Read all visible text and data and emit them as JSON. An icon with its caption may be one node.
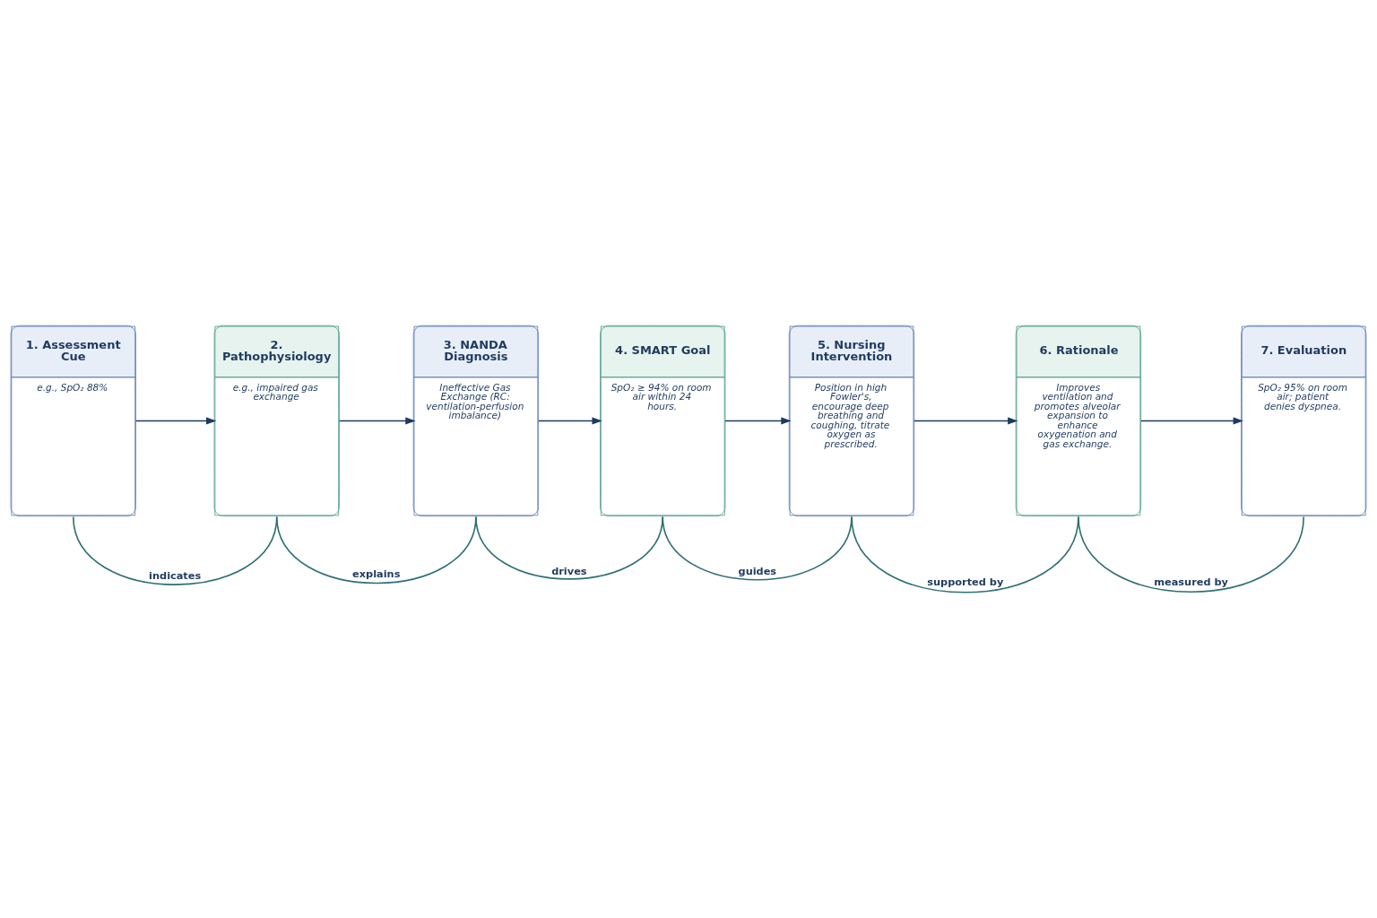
{
  "diagram": {
    "nodes": [
      {
        "text": [
          "1. Assessment Cue",
          "e.g., SpO₂ 88%"
        ]
      },
      {
        "text": [
          "2. Pathophysiology",
          "e.g., impaired gas exchange"
        ]
      },
      {
        "text": [
          "3. NANDA Diagnosis",
          "Ineffective Gas Exchange (RC: ventilation-perfusion imbalance)"
        ]
      },
      {
        "text": [
          "4. SMART Goal",
          "SpO₂ ≥ 94% on room air within 24 hours."
        ]
      },
      {
        "text": [
          "5. Nursing Intervention",
          "Position in high Fowler's, encourage deep breathing and coughing, titrate oxygen as prescribed."
        ]
      },
      {
        "text": [
          "6. Rationale",
          "Improves ventilation and promotes alveolar expansion to enhance oxygenation and gas exchange."
        ]
      },
      {
        "text": [
          "7. Evaluation",
          "SpO₂ 95% on room air; patient denies dyspnea."
        ]
      }
    ],
    "edges": [
      {
        "from": 0,
        "to": 1,
        "arrow": "to"
      },
      {
        "from": 1,
        "to": 2,
        "arrow": "to"
      },
      {
        "from": 2,
        "to": 3,
        "arrow": "to"
      },
      {
        "from": 3,
        "to": 4,
        "arrow": "to"
      },
      {
        "from": 4,
        "to": 5,
        "arrow": "to"
      },
      {
        "from": 5,
        "to": 6,
        "arrow": "to"
      },
      {
        "from": 0,
        "to": 1,
        "arrow": "none",
        "label": "indicates",
        "color": "#2e6f73"
      },
      {
        "from": 1,
        "to": 2,
        "arrow": "none",
        "label": "explains",
        "color": "#2e6f73"
      },
      {
        "from": 2,
        "to": 3,
        "arrow": "none",
        "label": "drives",
        "color": "#2e6f73"
      },
      {
        "from": 3,
        "to": 4,
        "arrow": "none",
        "label": "guides",
        "color": "#2e6f73"
      },
      {
        "from": 4,
        "to": 5,
        "arrow": "none",
        "label": "supported by",
        "color": "#2e6f73"
      },
      {
        "from": 5,
        "to": 6,
        "arrow": "none",
        "label": "measured by",
        "color": "#2e6f73"
      }
    ]
  }
}
